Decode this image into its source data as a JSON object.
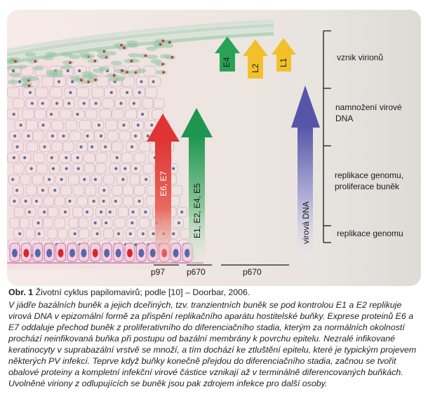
{
  "figure": {
    "arrows": {
      "e4": "E4",
      "l2": "L2",
      "l1": "L1",
      "e6e7": "E6, E7",
      "e1e2e4e5": "E1, E2, E4, E5",
      "viral_dna": "virová DNA"
    },
    "promoters": {
      "p97": "p97",
      "p670_left": "p670",
      "p670_right": "p670"
    },
    "stages": [
      "vznik virionů",
      "namnožení virové DNA",
      "replikace genomu, proliferace buněk",
      "replikace genomu"
    ],
    "colors": {
      "e6e7": "#e03a3a",
      "e1e5": "#2a9a55",
      "late": "#f2c12a",
      "dna": "#5a5aa8"
    }
  },
  "caption": {
    "label": "Obr. 1",
    "title": "Životní cyklus papilomavirů; podle [10] – Doorbar, 2006.",
    "body": "V jádře bazálních buněk a jejich dceřiných, tzv. tranzientních buněk se pod kontrolou E1 a E2 replikuje virová DNA v epizomální formě za přispění replikačního aparátu hostitelské buňky. Exprese proteinů E6 a E7 oddaluje přechod buněk z proliferativního do diferenciačního stadia, kterým za normálních okolností prochází neinfikovaná buňka při postupu od bazální membrány k povrchu epitelu. Nezralé infikované keratinocyty v suprabazální vrstvě se množí, a tím dochází ke ztluštění epitelu, které je typickým projevem některých PV infekcí. Teprve když buňky konečně přejdou do diferenciačního stadia, začnou se tvořit obalové proteiny a kompletní infekční virové částice vznikají až v terminálně diferencovaných buňkách. Uvolněné viriony z odlupujících se buněk jsou pak zdrojem infekce pro další osoby."
  }
}
